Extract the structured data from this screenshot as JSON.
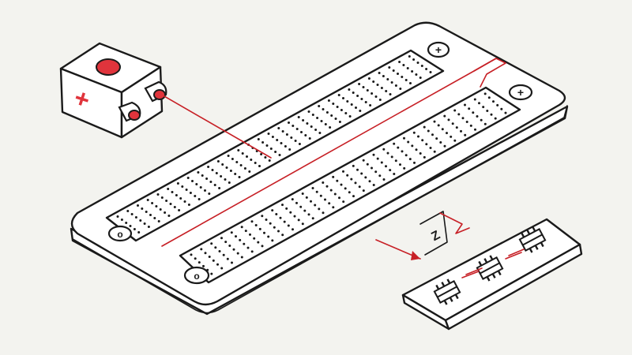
{
  "colors": {
    "background": "#f3f3ef",
    "outline": "#1a1a1a",
    "accent_red": "#e0343c",
    "wire_red": "#c72026",
    "face_fill": "#ffffff"
  },
  "board": {
    "mount_holes": [
      {
        "name": "mount-hole-top",
        "symbol": "+"
      },
      {
        "name": "mount-hole-right",
        "symbol": "+"
      },
      {
        "name": "mount-hole-left",
        "symbol": "o"
      },
      {
        "name": "mount-hole-bottom",
        "symbol": "o"
      }
    ]
  },
  "battery": {
    "symbol": "+",
    "icon": "battery-cube-icon"
  },
  "zoom_symbol": "Z",
  "icons": [
    "battery-cube-icon",
    "arrow-icon",
    "chip-module-icon",
    "zoom-z-icon"
  ]
}
